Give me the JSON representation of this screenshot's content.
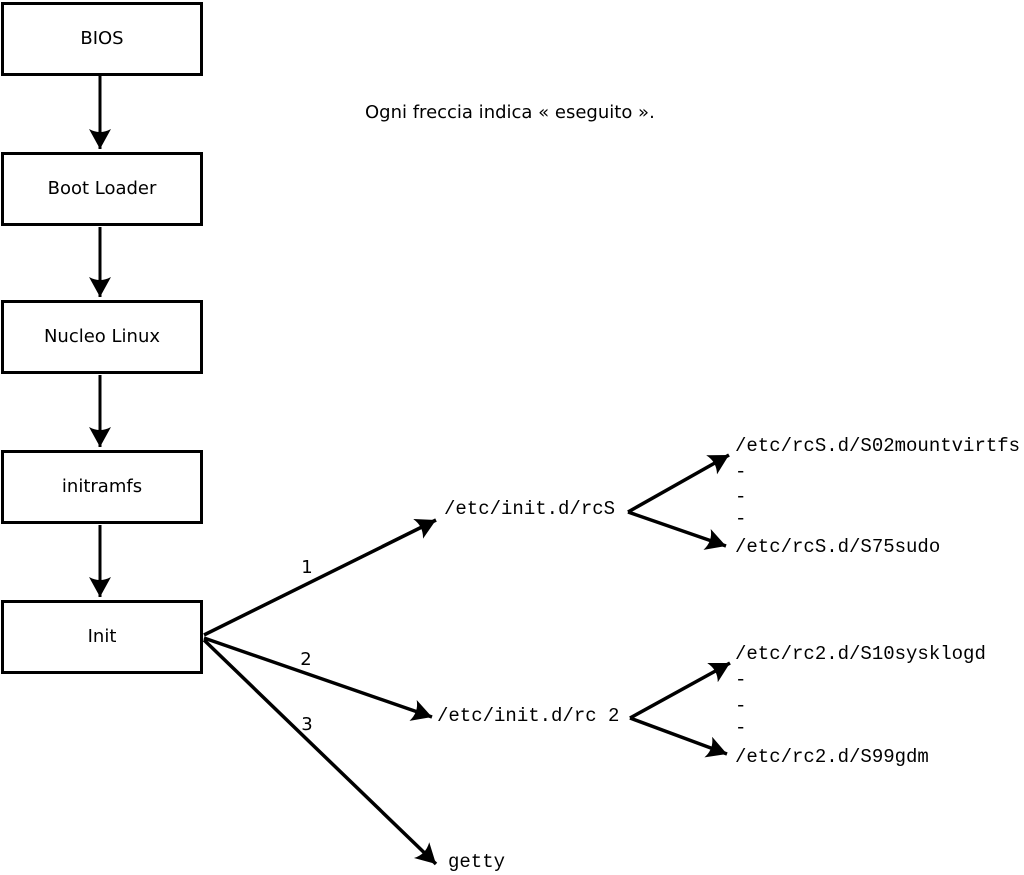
{
  "caption": "Ogni freccia indica « eseguito ».",
  "flow_boxes": [
    {
      "label": "BIOS"
    },
    {
      "label": "Boot Loader"
    },
    {
      "label": "Nucleo Linux"
    },
    {
      "label": "initramfs"
    },
    {
      "label": "Init"
    }
  ],
  "branch_labels": [
    "1",
    "2",
    "3"
  ],
  "branch_targets": {
    "rcS": "/etc/init.d/rcS",
    "rc2": "/etc/init.d/rc 2",
    "getty": "getty"
  },
  "rcS_scripts": {
    "first": "/etc/rcS.d/S02mountvirtfs",
    "ellipsis": "-",
    "last": "/etc/rcS.d/S75sudo"
  },
  "rc2_scripts": {
    "first": "/etc/rc2.d/S10sysklogd",
    "ellipsis": "-",
    "last": "/etc/rc2.d/S99gdm"
  },
  "colors": {
    "stroke": "#000000",
    "background": "#ffffff",
    "text": "#000000"
  }
}
